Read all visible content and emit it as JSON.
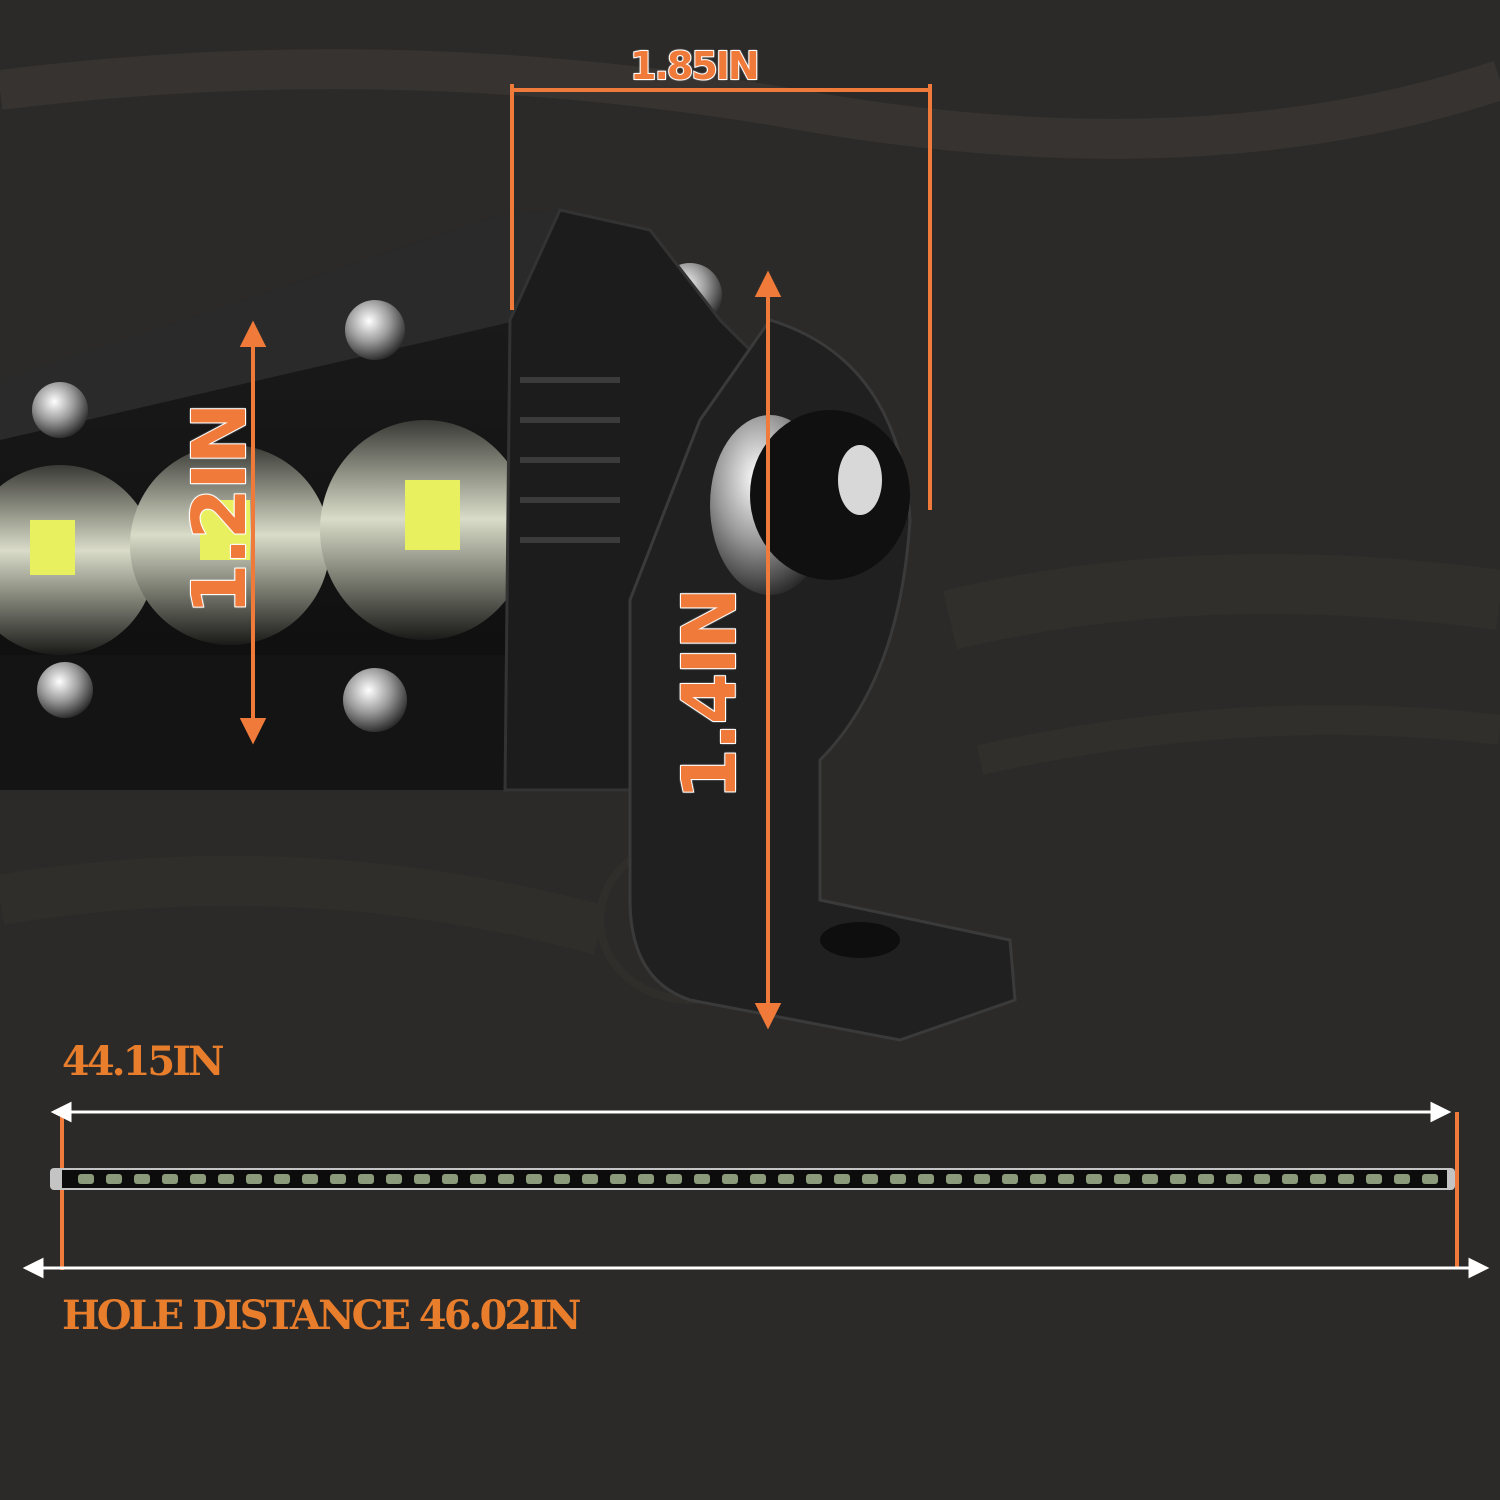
{
  "dimensions": {
    "depth": "1.85IN",
    "height_body": "1.2IN",
    "height_bracket": "1.4IN",
    "length": "44.15IN",
    "hole_distance": "HOLE DISTANCE 46.02IN"
  },
  "colors": {
    "background": "#2b2a28",
    "accent": "#f07a3a",
    "label_dark": "#e87d2c",
    "dimension_line": "#ffffff"
  },
  "icons": {
    "product": "led-light-bar",
    "bracket": "mounting-bracket",
    "knob": "adjustment-knob"
  }
}
